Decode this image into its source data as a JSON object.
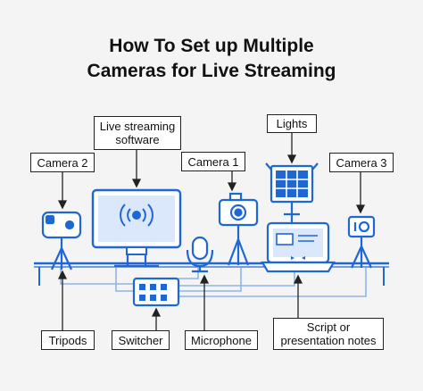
{
  "title": {
    "line1": "How To Set up Multiple",
    "line2": "Cameras for Live Streaming"
  },
  "labels": {
    "live_software_line1": "Live streaming",
    "live_software_line2": "software",
    "lights": "Lights",
    "camera1": "Camera 1",
    "camera2": "Camera 2",
    "camera3": "Camera 3",
    "tripods": "Tripods",
    "switcher": "Switcher",
    "microphone": "Microphone",
    "script_line1": "Script or",
    "script_line2": "presentation notes"
  },
  "colors": {
    "equipment": "#1f67d2",
    "equipment_fill": "#ffffff",
    "accent_light": "#dbe8fb",
    "outline": "#222222",
    "cable": "#8fb4e8"
  }
}
